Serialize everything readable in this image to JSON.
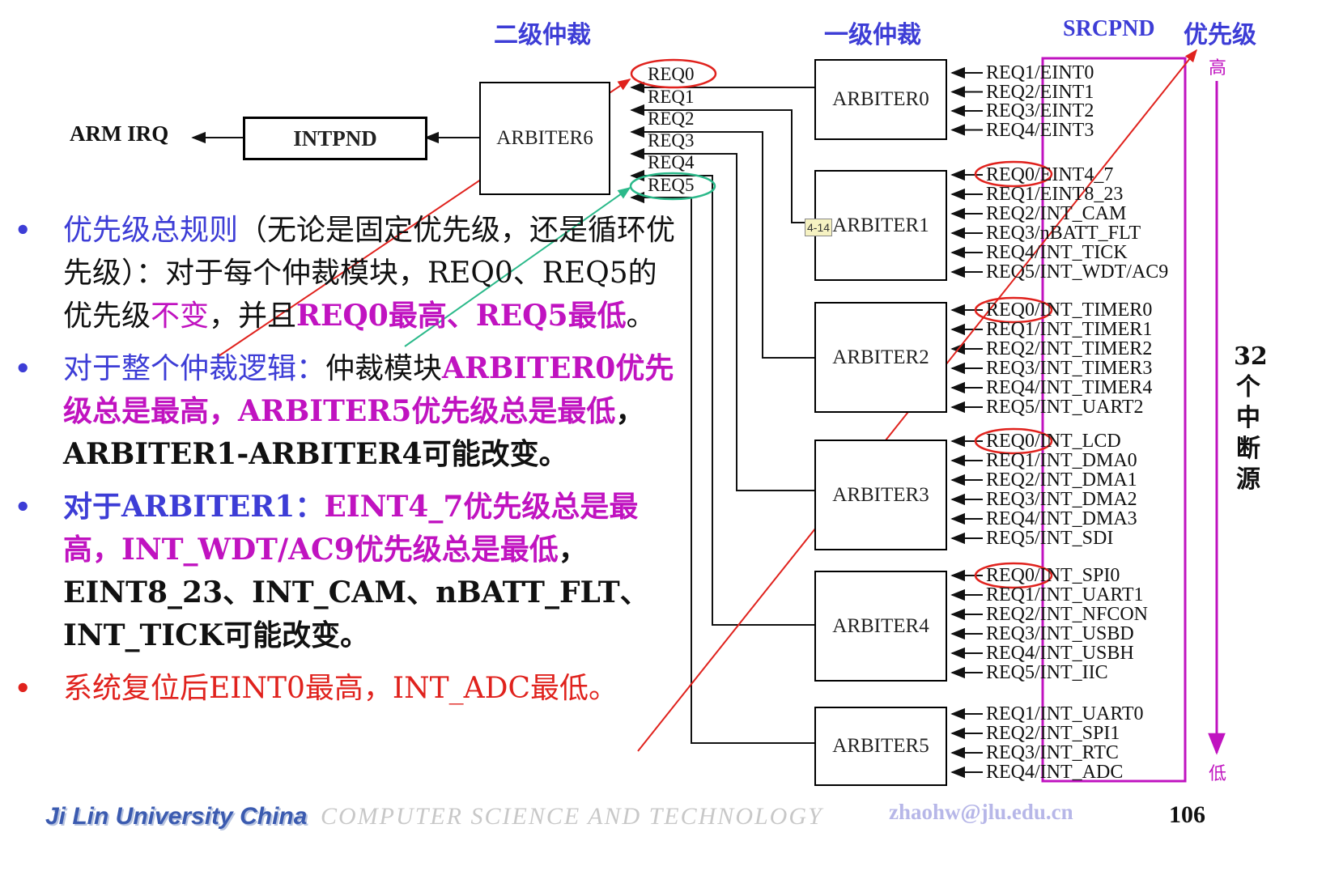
{
  "headers": {
    "second_level": "二级仲裁",
    "first_level": "一级仲裁",
    "srcpnd": "SRCPND",
    "priority": "优先级"
  },
  "arm_irq": "ARM IRQ",
  "intpnd": "INTPND",
  "arbiter6": {
    "label": "ARBITER6",
    "inputs": [
      "REQ0",
      "REQ1",
      "REQ2",
      "REQ3",
      "REQ4",
      "REQ5"
    ]
  },
  "tag": "4-14",
  "arbiters": [
    {
      "label": "ARBITER0",
      "sources": [
        "REQ1/EINT0",
        "REQ2/EINT1",
        "REQ3/EINT2",
        "REQ4/EINT3"
      ]
    },
    {
      "label": "ARBITER1",
      "sources": [
        "REQ0/EINT4_7",
        "REQ1/EINT8_23",
        "REQ2/INT_CAM",
        "REQ3/nBATT_FLT",
        "REQ4/INT_TICK",
        "REQ5/INT_WDT/AC9"
      ]
    },
    {
      "label": "ARBITER2",
      "sources": [
        "REQ0/INT_TIMER0",
        "REQ1/INT_TIMER1",
        "REQ2/INT_TIMER2",
        "REQ3/INT_TIMER3",
        "REQ4/INT_TIMER4",
        "REQ5/INT_UART2"
      ]
    },
    {
      "label": "ARBITER3",
      "sources": [
        "REQ0/INT_LCD",
        "REQ1/INT_DMA0",
        "REQ2/INT_DMA1",
        "REQ3/INT_DMA2",
        "REQ4/INT_DMA3",
        "REQ5/INT_SDI"
      ]
    },
    {
      "label": "ARBITER4",
      "sources": [
        "REQ0/INT_SPI0",
        "REQ1/INT_UART1",
        "REQ2/INT_NFCON",
        "REQ3/INT_USBD",
        "REQ4/INT_USBH",
        "REQ5/INT_IIC"
      ]
    },
    {
      "label": "ARBITER5",
      "sources": [
        "REQ1/INT_UART0",
        "REQ2/INT_SPI1",
        "REQ3/INT_RTC",
        "REQ4/INT_ADC"
      ]
    }
  ],
  "priority_high": "高",
  "priority_low": "低",
  "side_text": [
    "32",
    "个",
    "中",
    "断",
    "源"
  ],
  "bullets": {
    "b1": {
      "blue": "优先级总规则",
      "black1": "（无论是固定优先级，还是循环优先级）：对于每个仲裁模块，REQ0、REQ5的优先级",
      "mag1": "不变",
      "black2": "，并且",
      "mag2": "REQ0最高、REQ5最低",
      "black3": "。"
    },
    "b2": {
      "blue": "对于整个仲裁逻辑：",
      "black1": "仲裁模块",
      "mag1": "ARBITER0优先级总是最高，ARBITER5优先级总是最低",
      "black2": "，ARBITER1-ARBITER4可能改变。"
    },
    "b3": {
      "blue": "对于ARBITER1：",
      "mag1": "EINT4_7优先级总是最高，INT_WDT/AC9优先级总是最低",
      "black1": "，EINT8_23、INT_CAM、nBATT_FLT、INT_TICK可能改变。"
    },
    "b4": {
      "red": "系统复位后EINT0最高，INT_ADC最低。"
    }
  },
  "footer": {
    "university": "Ji Lin University China",
    "dept": "COMPUTER  SCIENCE  AND  TECHNOLOGY",
    "email": "zhaohw@jlu.edu.cn",
    "page": "106"
  },
  "colors": {
    "header_blue": "#3d3dd6",
    "magenta": "#c013c0",
    "red": "#e0221d",
    "green": "#2bb98a"
  }
}
